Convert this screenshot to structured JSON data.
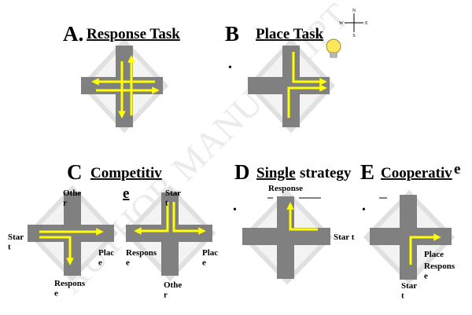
{
  "colors": {
    "arm": "#808080",
    "diamond_fill": "#f3f3f3",
    "diamond_stroke": "#e0e0e0",
    "arrow": "#ffff00",
    "text": "#000000",
    "bulb": "#ffe55a"
  },
  "panels": {
    "a": {
      "letter": "A.",
      "title": "Response Task"
    },
    "b": {
      "letter": "B",
      "title": "Place Task",
      "bullet": "•",
      "compass": {
        "n": "N",
        "s": "S",
        "e": "E",
        "w": "W"
      },
      "icon": "lightbulb-icon"
    },
    "c": {
      "letter": "C",
      "title_line1": "Competitiv",
      "title_line2": "e",
      "left_maze": {
        "top": "Othe\nr",
        "left": "Star\nt",
        "right": "Plac\ne",
        "bottom": "Respons\ne"
      },
      "right_maze": {
        "top": "Star\nt",
        "left": "Respons\ne",
        "right": "Plac\ne",
        "bottom": "Othe\nr"
      }
    },
    "d": {
      "letter": "D",
      "title_word1": "Single",
      "title_word2": "strategy",
      "bullet": "•",
      "response_label": "Response",
      "start_label": "Star t"
    },
    "e": {
      "letter": "E",
      "title": "Cooperativ",
      "title_suffix": "e",
      "bullet": "•",
      "place_label": "Place",
      "response_label": "Respons\ne",
      "start_label": "Star\nt"
    }
  }
}
